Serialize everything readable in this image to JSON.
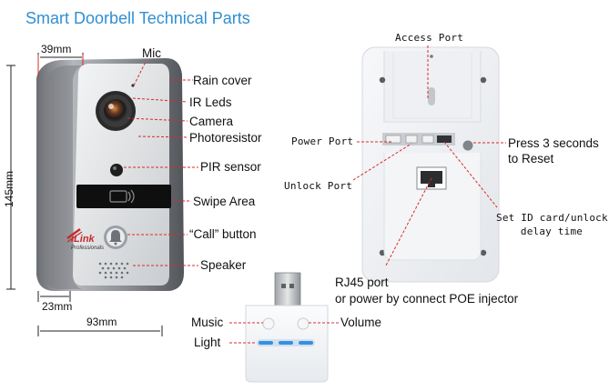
{
  "title": "Smart Doorbell Technical Parts",
  "colors": {
    "title": "#2f8fd3",
    "leader": "#d92b2b",
    "led": "#3a8fe0"
  },
  "icons": [
    "rfid-card-icon",
    "bell-icon"
  ],
  "dimensions": {
    "top_width": "39mm",
    "height": "145mm",
    "bottom_width": "23mm",
    "total_width": "93mm"
  },
  "front": {
    "mic": "Mic",
    "rain_cover": "Rain cover",
    "ir_leds": "IR Leds",
    "camera": "Camera",
    "photoresistor": "Photoresistor",
    "pir_sensor": "PIR sensor",
    "swipe_area": "Swipe Area",
    "call_button": "“Call” button",
    "speaker": "Speaker",
    "brand": "iLink",
    "brand_sub": "Professionals"
  },
  "back": {
    "access_port": "Access Port",
    "power_port": "Power Port",
    "unlock_port": "Unlock Port",
    "reset_line1": "Press 3 seconds",
    "reset_line2": "to Reset",
    "set_id_line1": "Set ID card/unlock",
    "set_id_line2": "delay time",
    "rj45_line1": "RJ45 port",
    "rj45_line2": "or power by connect POE injector"
  },
  "module": {
    "music": "Music",
    "volume": "Volume",
    "light": "Light"
  }
}
